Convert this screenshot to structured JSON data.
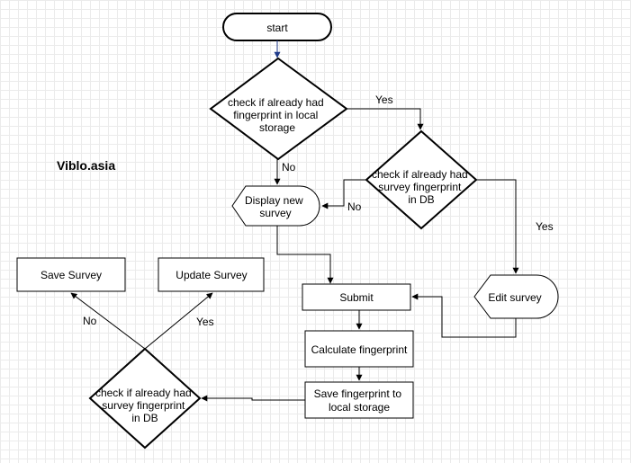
{
  "brand": "Viblo.asia",
  "nodes": {
    "start": "start",
    "check_local": [
      "check if already had",
      "fingerprint in local",
      "storage"
    ],
    "check_db_top": [
      "check if already had",
      "survey fingerprint",
      "in DB"
    ],
    "display_survey": [
      "Display new",
      "survey"
    ],
    "edit_survey": "Edit  survey",
    "submit": "Submit",
    "calculate": "Calculate fingerprint",
    "save_local": [
      "Save fingerprint to",
      "local storage"
    ],
    "check_db_bottom": [
      "check if already had",
      "survey fingerprint",
      "in DB"
    ],
    "save_survey": "Save Survey",
    "update_survey": "Update Survey"
  },
  "edges": {
    "yes_local_to_db": "Yes",
    "no_local_to_display": "No",
    "no_db_to_display": "No",
    "yes_db_to_edit": "Yes",
    "no_db_to_save": "No",
    "yes_db_to_update": "Yes"
  }
}
